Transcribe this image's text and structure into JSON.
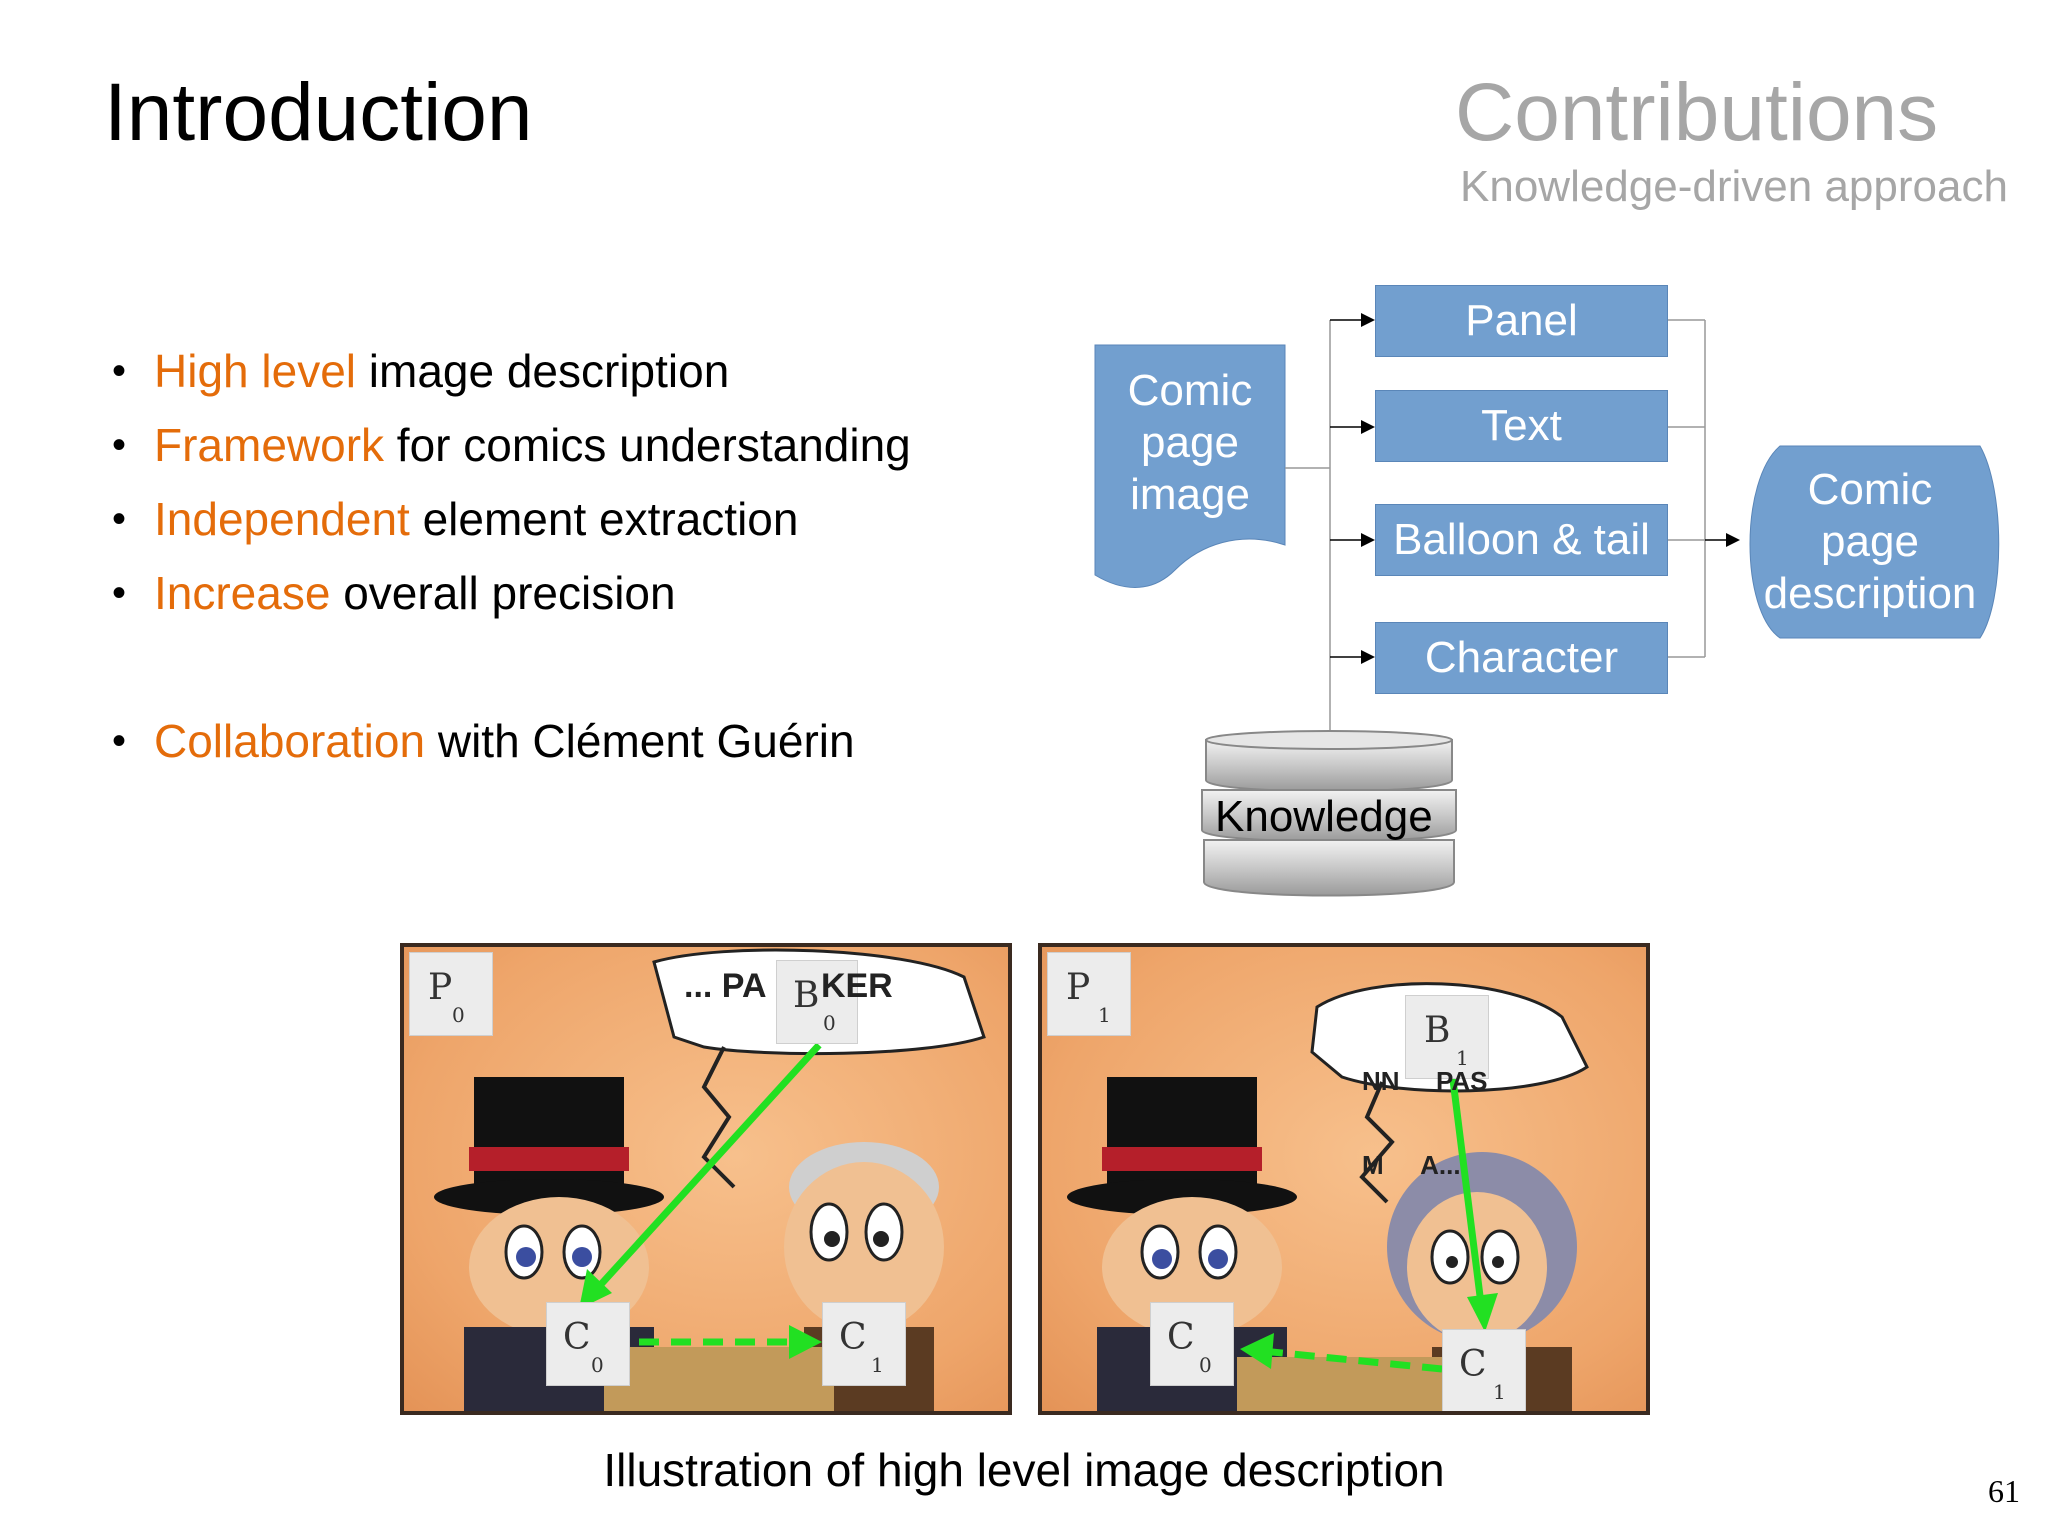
{
  "header": {
    "title": "Introduction",
    "section": "Contributions",
    "subsection": "Knowledge-driven approach"
  },
  "bullets": [
    {
      "highlight": "High level",
      "rest": " image description"
    },
    {
      "highlight": "Framework",
      "rest": " for comics understanding"
    },
    {
      "highlight": "Independent",
      "rest": " element extraction"
    },
    {
      "highlight": "Increase",
      "rest": " overall precision"
    },
    {
      "highlight": "Collaboration",
      "rest": " with Clément Guérin"
    }
  ],
  "diagram": {
    "input": [
      "Comic",
      "page",
      "image"
    ],
    "steps": [
      "Panel",
      "Text",
      "Balloon & tail",
      "Character"
    ],
    "output": [
      "Comic",
      "page",
      "description"
    ],
    "knowledge": "Knowledge"
  },
  "comics": {
    "panel_left": {
      "label": "P",
      "index": "0",
      "balloon_text": "... PA        KER"
    },
    "panel_right": {
      "label": "P",
      "index": "1",
      "balloon_line1": "NN       PAS",
      "balloon_line2": "M       A..."
    },
    "left_balloon": {
      "label": "B",
      "index": "0"
    },
    "right_balloon": {
      "label": "B",
      "index": "1"
    },
    "left_chars": [
      {
        "label": "C",
        "index": "0"
      },
      {
        "label": "C",
        "index": "1"
      }
    ],
    "right_chars": [
      {
        "label": "C",
        "index": "0"
      },
      {
        "label": "C",
        "index": "1"
      }
    ]
  },
  "caption": "Illustration of high level image description",
  "page_number": "61",
  "colors": {
    "highlight": "#e46c0a",
    "box_blue": "#729fcf",
    "grey_title": "#a6a6a6",
    "arrow_green": "#22e022"
  }
}
